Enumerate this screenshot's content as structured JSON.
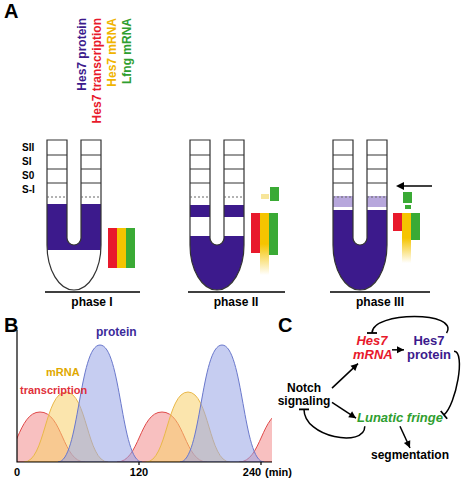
{
  "diagram": {
    "nodes": [
      {
        "text": [
          "Hes7 mRNA"
        ]
      },
      {
        "text": [
          "Hes7 protein"
        ]
      },
      {
        "text": [
          "Notch signaling"
        ]
      },
      {
        "text": [
          "Lunatic fringe"
        ]
      },
      {
        "text": [
          "segmentation"
        ]
      }
    ],
    "edges": [
      {
        "from": 0,
        "to": 1,
        "arrow": "to"
      },
      {
        "from": 1,
        "to": 0,
        "arrow": "to"
      },
      {
        "from": 2,
        "to": 0,
        "arrow": "to"
      },
      {
        "from": 2,
        "to": 3,
        "arrow": "to"
      },
      {
        "from": 1,
        "to": 3,
        "arrow": "to"
      },
      {
        "from": 3,
        "to": 2,
        "arrow": "to"
      },
      {
        "from": 3,
        "to": 4,
        "arrow": "to"
      }
    ],
    "labels": [
      "A",
      "Hes7 protein",
      "Hes7 transcription",
      "Hes7 mRNA",
      "Lfng mRNA",
      "SII",
      "SI",
      "S0",
      "S-I",
      "phase I",
      "phase II",
      "phase III",
      "B",
      "transcription",
      "mRNA",
      "protein",
      "0",
      "120",
      "240",
      "(min)",
      "C"
    ]
  }
}
